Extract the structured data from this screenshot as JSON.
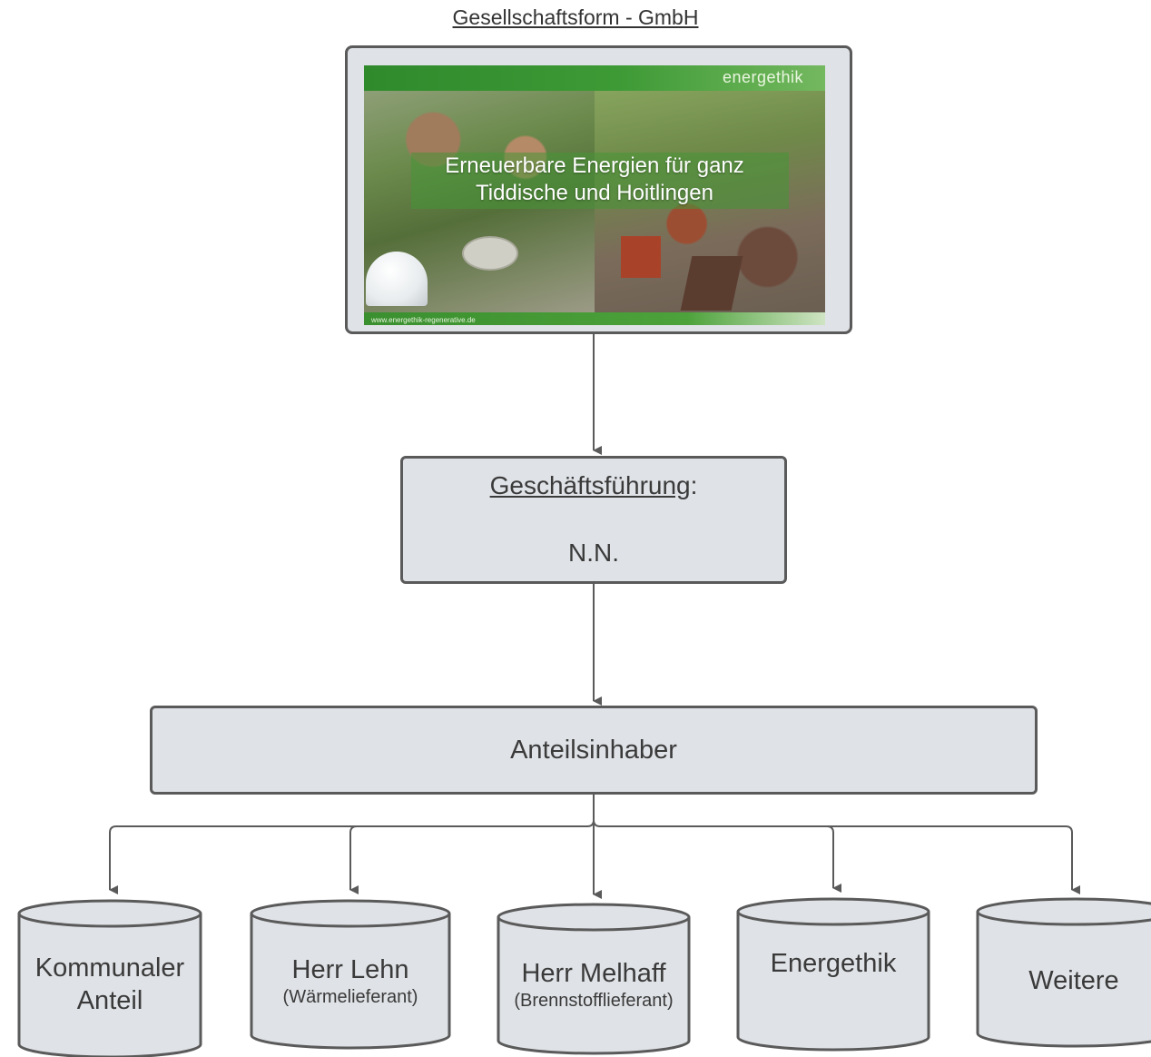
{
  "title": "Gesellschaftsform - GmbH",
  "logo": {
    "brand": "energethik",
    "tagline_line1": "Erneuerbare Energien für ganz",
    "tagline_line2": "Tiddische und Hoitlingen",
    "url": "www.energethik-regenerative.de"
  },
  "management": {
    "heading": "Geschäftsführung",
    "heading_suffix": ":",
    "name": "N.N."
  },
  "shareholders": {
    "label": "Anteilsinhaber",
    "items": [
      {
        "line1": "Kommunaler",
        "line2": "Anteil",
        "sub": ""
      },
      {
        "line1": "Herr Lehn",
        "line2": "",
        "sub": "(Wärmelieferant)"
      },
      {
        "line1": "Herr Melhaff",
        "line2": "",
        "sub": "(Brennstofflieferant)"
      },
      {
        "line1": "Energethik",
        "line2": "",
        "sub": ""
      },
      {
        "line1": "Weitere",
        "line2": "",
        "sub": ""
      }
    ]
  },
  "colors": {
    "box_fill": "#dfe2e6",
    "box_stroke": "#5a5a5a",
    "connector": "#5a5a5a",
    "brand_green": "#3d9a35"
  }
}
